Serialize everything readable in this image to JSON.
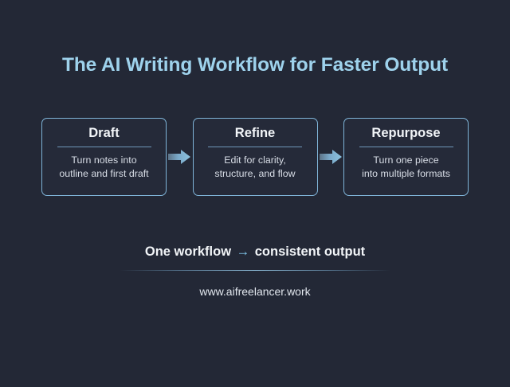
{
  "slide": {
    "title": "The AI Writing Workflow for Faster Output",
    "background_color": "#232836",
    "title_color": "#9ed2ec"
  },
  "flow": {
    "steps": [
      {
        "title": "Draft",
        "description": "Turn notes into\noutline and first draft"
      },
      {
        "title": "Refine",
        "description": "Edit for clarity,\nstructure, and flow"
      },
      {
        "title": "Repurpose",
        "description": "Turn one piece\ninto multiple formats"
      }
    ],
    "connectors": [
      {
        "icon": "arrow-right-icon"
      },
      {
        "icon": "arrow-right-icon"
      }
    ],
    "card_border_color": "#7fb4d8",
    "arrow_color": "#8cc3e0"
  },
  "footer": {
    "tagline_before": "One workflow",
    "tagline_arrow": "→",
    "tagline_after": "consistent output",
    "tagline_arrow_color": "#7fc4e8",
    "url": "www.aifreelancer.work"
  }
}
